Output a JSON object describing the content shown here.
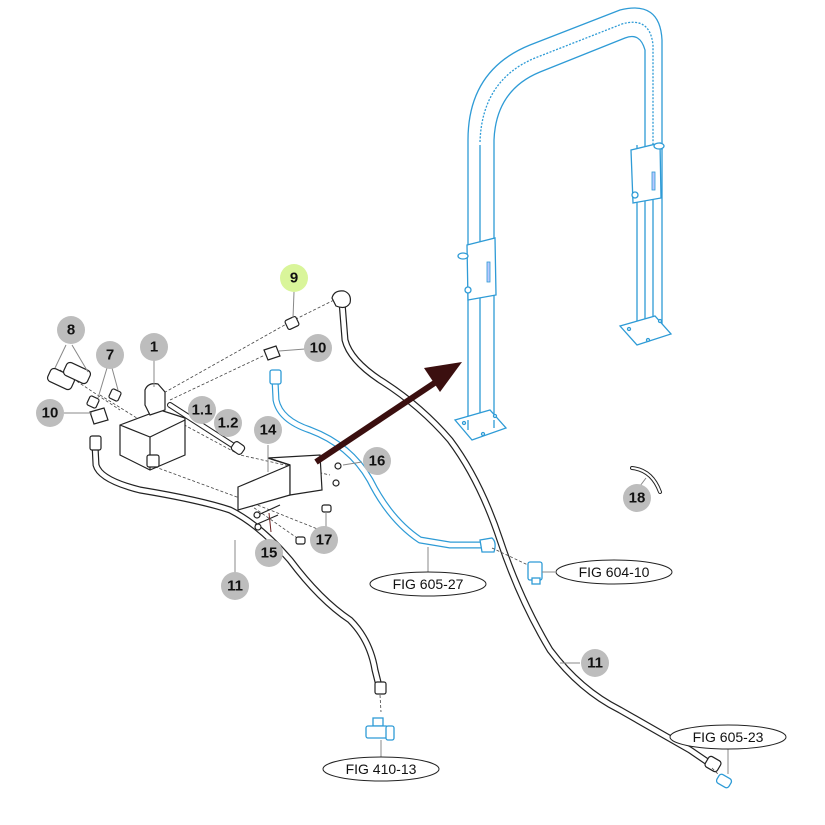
{
  "diagram": {
    "title": "Hydraulic valve and hose assembly with ROPS frame",
    "colors": {
      "balloon": "#bdbdbd",
      "balloon_highlight": "#d9f59a",
      "frame_blue": "#2e9bd6",
      "arrow": "#3b0f0f",
      "ink": "#222222"
    },
    "callouts": [
      {
        "id": "c9",
        "label": "9",
        "highlighted": true
      },
      {
        "id": "c8",
        "label": "8",
        "highlighted": false
      },
      {
        "id": "c1",
        "label": "1",
        "highlighted": false
      },
      {
        "id": "c7",
        "label": "7",
        "highlighted": false
      },
      {
        "id": "c10a",
        "label": "10",
        "highlighted": false
      },
      {
        "id": "c10b",
        "label": "10",
        "highlighted": false
      },
      {
        "id": "c1_1",
        "label": "1.1",
        "highlighted": false
      },
      {
        "id": "c1_2",
        "label": "1.2",
        "highlighted": false
      },
      {
        "id": "c14",
        "label": "14",
        "highlighted": false
      },
      {
        "id": "c16",
        "label": "16",
        "highlighted": false
      },
      {
        "id": "c15",
        "label": "15",
        "highlighted": false
      },
      {
        "id": "c17",
        "label": "17",
        "highlighted": false
      },
      {
        "id": "c11a",
        "label": "11",
        "highlighted": false
      },
      {
        "id": "c11b",
        "label": "11",
        "highlighted": false
      },
      {
        "id": "c18",
        "label": "18",
        "highlighted": false
      }
    ],
    "figure_refs": [
      {
        "id": "f605_27",
        "label": "FIG 605-27"
      },
      {
        "id": "f604_10",
        "label": "FIG 604-10"
      },
      {
        "id": "f410_13",
        "label": "FIG 410-13"
      },
      {
        "id": "f605_23",
        "label": "FIG 605-23"
      }
    ],
    "icons": {
      "direction_arrow": "arrow-up-right",
      "frame": "rops-frame"
    }
  }
}
